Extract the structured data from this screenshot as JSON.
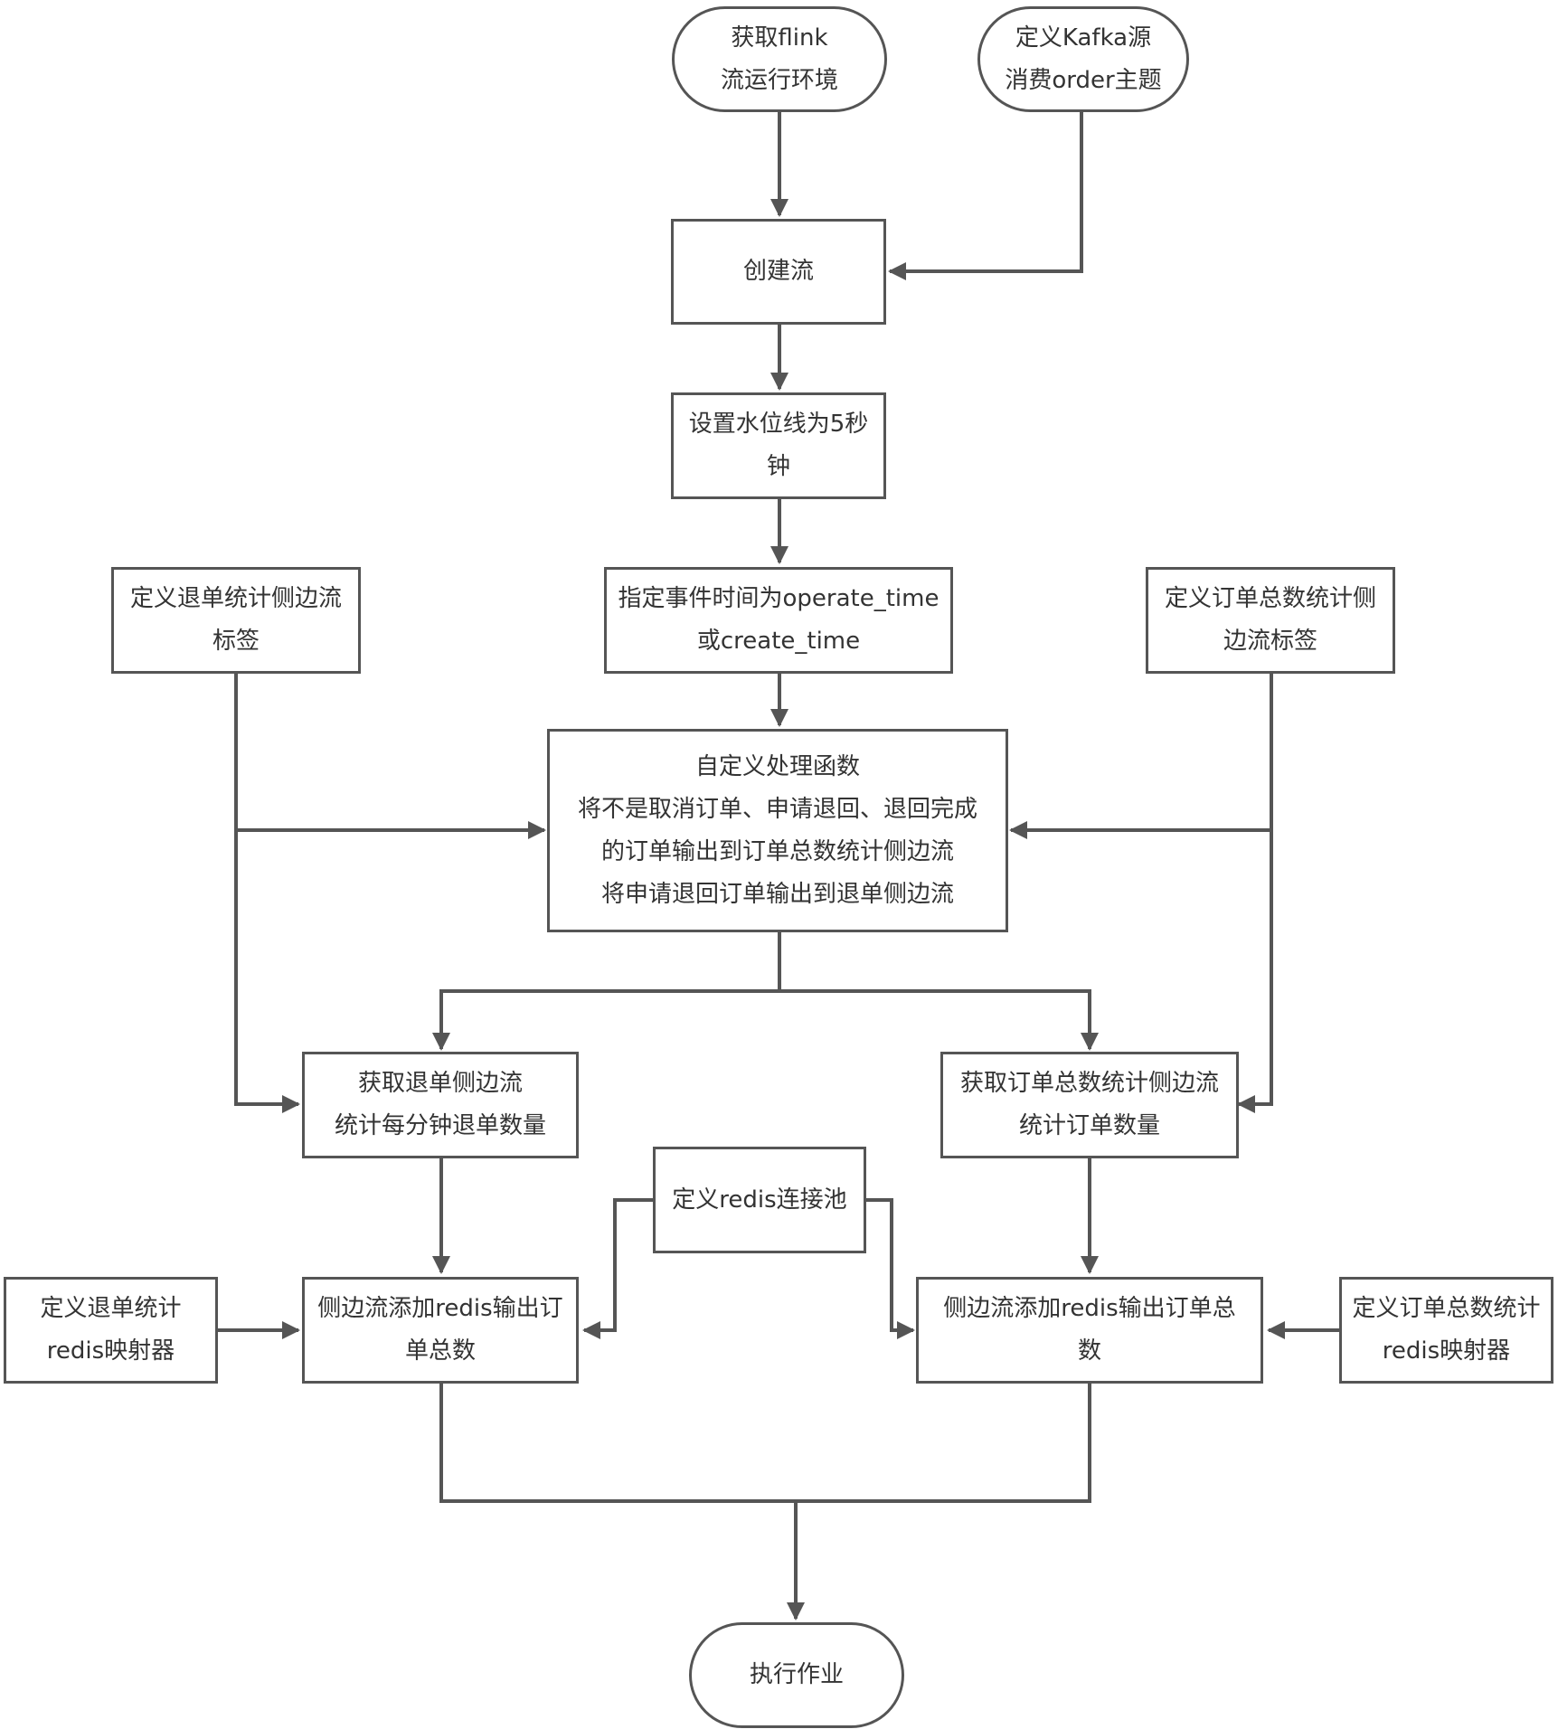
{
  "diagram": {
    "nodes": {
      "get_env": {
        "lines": [
          "获取flink",
          "流运行环境"
        ],
        "shape": "terminator"
      },
      "kafka_src": {
        "lines": [
          "定义Kafka源",
          "消费order主题"
        ],
        "shape": "terminator"
      },
      "create_stream": {
        "lines": [
          "创建流"
        ],
        "shape": "process"
      },
      "watermark": {
        "lines": [
          "设置水位线为5秒",
          "钟"
        ],
        "shape": "process"
      },
      "event_time": {
        "lines": [
          "指定事件时间为operate_time",
          "或create_time"
        ],
        "shape": "process"
      },
      "refund_tag": {
        "lines": [
          "定义退单统计侧边流",
          "标签"
        ],
        "shape": "process"
      },
      "order_tag": {
        "lines": [
          "定义订单总数统计侧",
          "边流标签"
        ],
        "shape": "process"
      },
      "process_fn": {
        "lines": [
          "自定义处理函数",
          "将不是取消订单、申请退回、退回完成",
          "的订单输出到订单总数统计侧边流",
          "将申请退回订单输出到退单侧边流"
        ],
        "shape": "process"
      },
      "get_refund": {
        "lines": [
          "获取退单侧边流",
          "统计每分钟退单数量"
        ],
        "shape": "process"
      },
      "get_order": {
        "lines": [
          "获取订单总数统计侧边流",
          "统计订单数量"
        ],
        "shape": "process"
      },
      "redis_pool": {
        "lines": [
          "定义redis连接池"
        ],
        "shape": "process"
      },
      "refund_mapper": {
        "lines": [
          "定义退单统计",
          "redis映射器"
        ],
        "shape": "process"
      },
      "refund_sink": {
        "lines": [
          "侧边流添加redis输出订",
          "单总数"
        ],
        "shape": "process"
      },
      "order_sink": {
        "lines": [
          "侧边流添加redis输出订单总",
          "数"
        ],
        "shape": "process"
      },
      "order_mapper": {
        "lines": [
          "定义订单总数统计",
          "redis映射器"
        ],
        "shape": "process"
      },
      "execute": {
        "lines": [
          "执行作业"
        ],
        "shape": "terminator"
      }
    },
    "colors": {
      "stroke": "#555555",
      "text": "#333333",
      "fill": "#ffffff"
    }
  }
}
